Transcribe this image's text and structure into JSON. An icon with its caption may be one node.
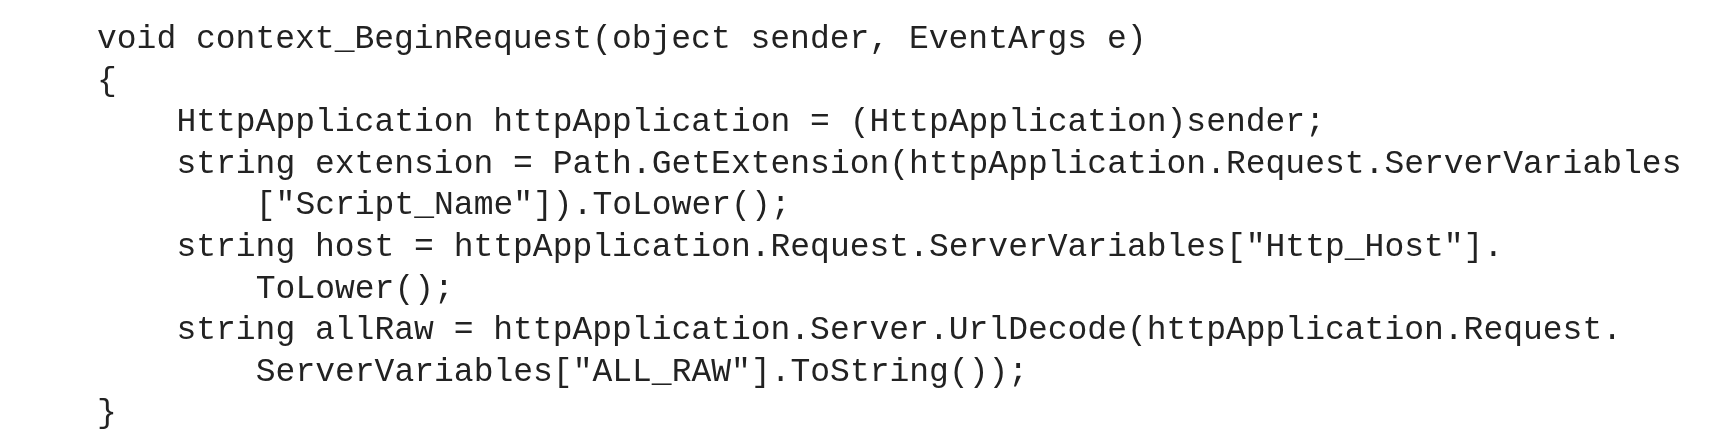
{
  "diagram": {
    "labels": [
      "void context_BeginRequest(object sender, EventArgs e)",
      "{",
      "HttpApplication httpApplication = (HttpApplication)sender;",
      "string extension = Path.GetExtension(httpApplication.Request.ServerVariables",
      "[\"Script_Name\"]).ToLower();",
      "string host = httpApplication.Request.ServerVariables[\"Http_Host\"].",
      "ToLower();",
      "string allRaw = httpApplication.Server.UrlDecode(httpApplication.Request.",
      "ServerVariables[\"ALL_RAW\"].ToString());",
      "}"
    ]
  }
}
